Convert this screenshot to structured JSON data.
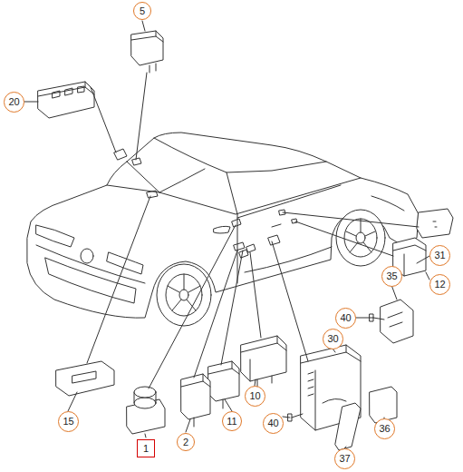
{
  "diagram": {
    "labels": [
      "5",
      "20",
      "31",
      "12",
      "35",
      "40",
      "30",
      "15",
      "1",
      "2",
      "11",
      "10",
      "40",
      "36",
      "37"
    ]
  }
}
